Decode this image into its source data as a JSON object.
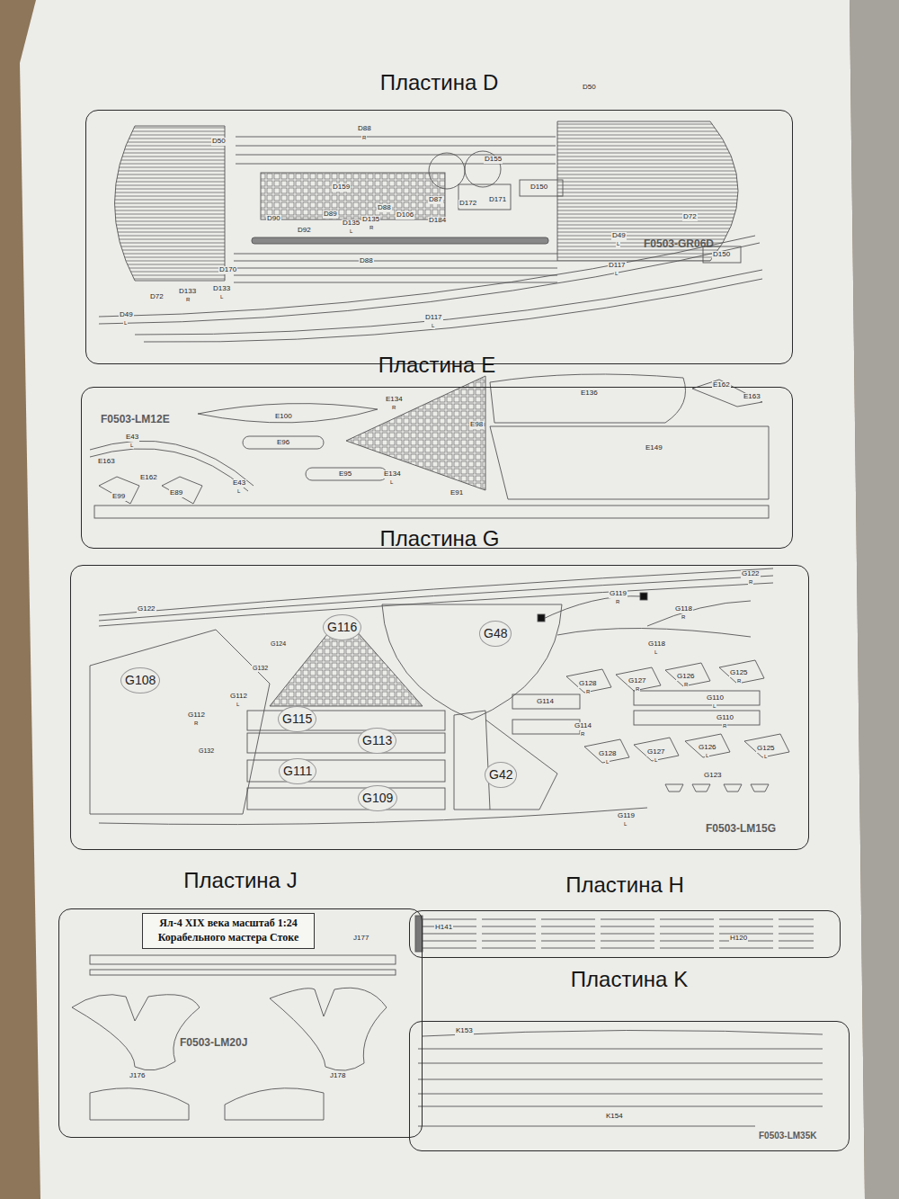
{
  "diagram": {
    "nodes": [
      {
        "text": [
          "Пластина D"
        ]
      },
      {
        "text": [
          "Пластина E"
        ]
      },
      {
        "text": [
          "Пластина G"
        ]
      },
      {
        "text": [
          "Пластина J"
        ]
      },
      {
        "text": [
          "Ял-4 XIX века масштаб 1:24",
          "Корабельного мастера Стоке"
        ],
        "in": 3
      },
      {
        "text": [
          "Пластина H"
        ]
      },
      {
        "text": [
          "Пластина K"
        ]
      }
    ],
    "labels": [
      "D50",
      "D50",
      "D88",
      "D155",
      "D159",
      "D150",
      "D87",
      "D172",
      "D171",
      "D90",
      "D89",
      "D88",
      "D106",
      "D184",
      "D92",
      "D135",
      "D135",
      "D72",
      "D49",
      "F0503-GR06D",
      "D150",
      "D88",
      "D117",
      "D170",
      "D72",
      "D133",
      "D133",
      "D49",
      "D117",
      "F0503-LM12E",
      "E100",
      "E134",
      "E98",
      "E136",
      "E162",
      "E163",
      "E43",
      "E96",
      "E149",
      "E163",
      "E162",
      "E99",
      "E89",
      "E43",
      "E95",
      "E134",
      "E91",
      "G122",
      "G122",
      "G119",
      "G118",
      "G116",
      "G48",
      "G124",
      "G118",
      "G108",
      "G132",
      "G128",
      "G127",
      "G126",
      "G125",
      "G112",
      "G110",
      "G114",
      "G112",
      "G110",
      "G115",
      "G113",
      "G114",
      "G132",
      "G128",
      "G127",
      "G126",
      "G125",
      "G111",
      "G42",
      "G123",
      "G109",
      "G119",
      "F0503-LM15G",
      "J177",
      "F0503-LM20J",
      "J176",
      "J178",
      "H141",
      "H120",
      "K153",
      "K154",
      "F0503-LM35K",
      "R",
      "L",
      "R",
      "L",
      "L",
      "R",
      "L",
      "L",
      "L",
      "R",
      "L",
      "L",
      "L",
      "R",
      "R",
      "R",
      "L",
      "R",
      "R",
      "R",
      "R",
      "L",
      "L",
      "R",
      "R",
      "R",
      "L",
      "L",
      "L",
      "L",
      "L"
    ]
  }
}
